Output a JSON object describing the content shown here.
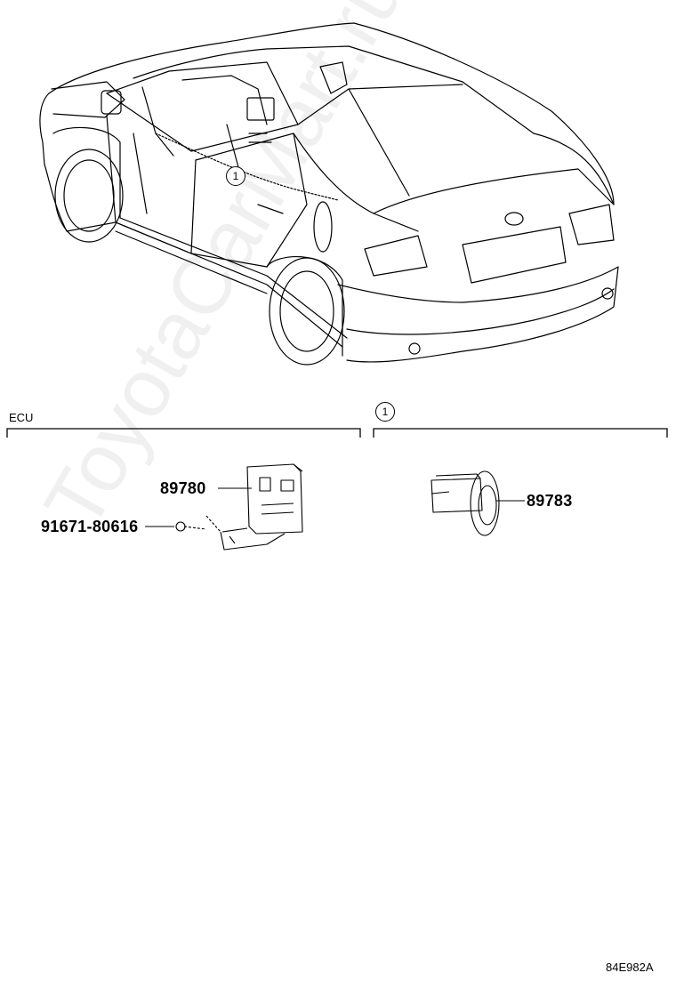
{
  "section_left": {
    "label": "ECU"
  },
  "section_right": {
    "callout": "1"
  },
  "car": {
    "callout": "1"
  },
  "parts": {
    "ecu": "89780",
    "bolt": "91671-80616",
    "sensor": "89783"
  },
  "diagram_code": "84E982A",
  "watermark": "ToyotaCarMart.ru"
}
